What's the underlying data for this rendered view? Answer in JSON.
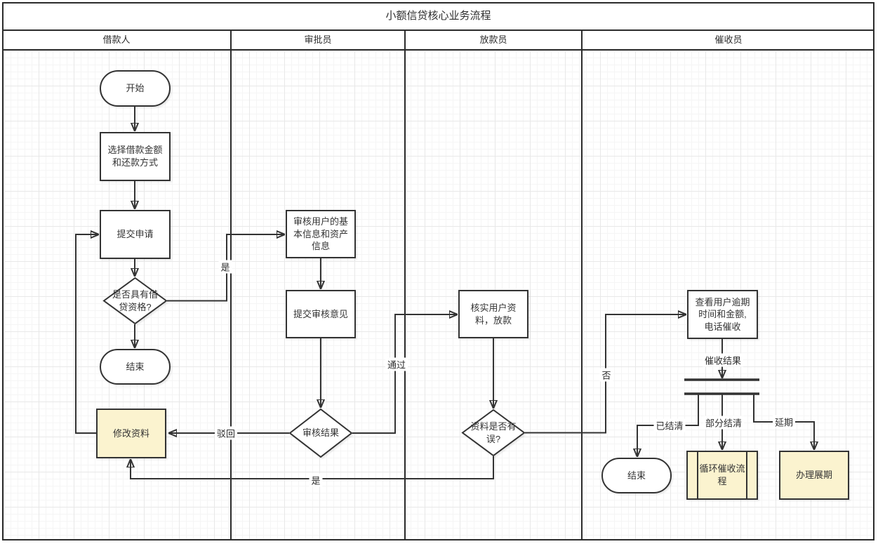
{
  "title": "小额信贷核心业务流程",
  "lanes": [
    "借款人",
    "审批员",
    "放款员",
    "催收员"
  ],
  "nodes": {
    "start": "开始",
    "choose": "选择借款金额\n和还款方式",
    "submit": "提交申请",
    "qualify": "是否具有借\n贷资格?",
    "end1": "结束",
    "modify": "修改资料",
    "review": "审核用户的基\n本信息和资产\n信息",
    "opinion": "提交审核意见",
    "result": "审核结果",
    "verify": "核实用户资\n料，放款",
    "wrong": "资料是否有\n误?",
    "overdue": "查看用户逾期\n时间和金额,\n电话催收",
    "end2": "结束",
    "loop": "循环催收流\n程",
    "extension": "办理展期"
  },
  "edge_labels": {
    "yes1": "是",
    "reject": "驳回",
    "pass": "通过",
    "yes2": "是",
    "no": "否",
    "collect_result": "催收结果",
    "settled": "已结清",
    "partial": "部分结清",
    "deferred": "延期"
  },
  "colors": {
    "stroke": "#333333",
    "lane_border": "#2b2b2b",
    "highlight_fill": "#fbf3cf",
    "grid_minor": "#f5f5f5",
    "grid_major": "#e8e8e8"
  }
}
